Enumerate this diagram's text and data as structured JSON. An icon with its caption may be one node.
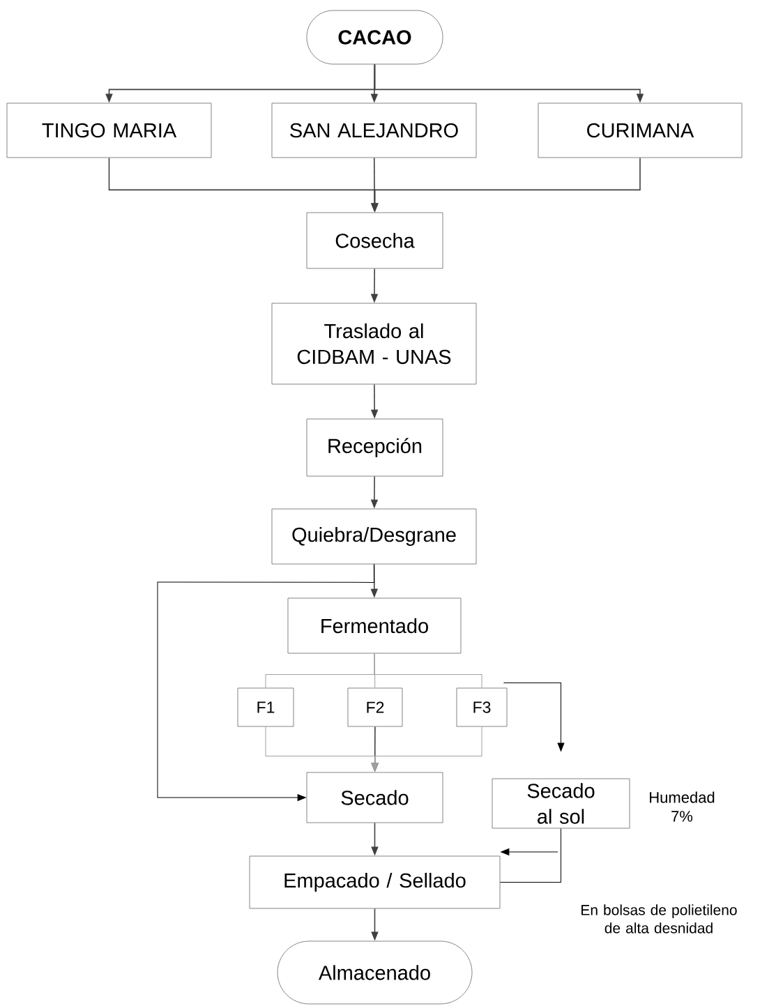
{
  "diagram": {
    "nodes": [
      {
        "text": [
          "CACAO"
        ]
      },
      {
        "text": [
          "TINGO MARIA"
        ]
      },
      {
        "text": [
          "SAN ALEJANDRO"
        ]
      },
      {
        "text": [
          "CURIMANA"
        ]
      },
      {
        "text": [
          "Cosecha"
        ]
      },
      {
        "text": [
          "Traslado al CIDBAM - UNAS"
        ]
      },
      {
        "text": [
          "Recepción"
        ]
      },
      {
        "text": [
          "Quiebra/Desgrane"
        ]
      },
      {
        "text": [
          "Fermentado"
        ]
      },
      {
        "text": [
          "F1"
        ]
      },
      {
        "text": [
          "F2"
        ]
      },
      {
        "text": [
          "F3"
        ]
      },
      {
        "text": [
          "Secado"
        ]
      },
      {
        "text": [
          "Secado al sol"
        ],
        "beside": [
          "Humedad 7%"
        ]
      },
      {
        "text": [
          "Empacado / Sellado"
        ]
      },
      {
        "text": [
          "Almacenado"
        ]
      }
    ],
    "edges": [
      {
        "from": 0,
        "to": 1,
        "arrow": "to"
      },
      {
        "from": 0,
        "to": 2,
        "arrow": "to"
      },
      {
        "from": 0,
        "to": 3,
        "arrow": "to"
      },
      {
        "from": 1,
        "to": 4,
        "arrow": "to"
      },
      {
        "from": 2,
        "to": 4,
        "arrow": "to"
      },
      {
        "from": 3,
        "to": 4,
        "arrow": "to"
      },
      {
        "from": 4,
        "to": 5,
        "arrow": "to"
      },
      {
        "from": 5,
        "to": 6,
        "arrow": "to"
      },
      {
        "from": 6,
        "to": 7,
        "arrow": "to"
      },
      {
        "from": 7,
        "to": 8,
        "arrow": "to"
      },
      {
        "from": 7,
        "to": 12,
        "arrow": "to",
        "color": "#000000"
      },
      {
        "from": 8,
        "to": 9,
        "arrow": "none",
        "color": "#a0a0a0"
      },
      {
        "from": 8,
        "to": 10,
        "arrow": "none",
        "color": "#a0a0a0"
      },
      {
        "from": 8,
        "to": 11,
        "arrow": "none",
        "color": "#a0a0a0"
      },
      {
        "from": 9,
        "to": 12,
        "arrow": "to",
        "color": "#a0a0a0"
      },
      {
        "from": 10,
        "to": 12,
        "arrow": "to"
      },
      {
        "from": 11,
        "to": 12,
        "arrow": "to",
        "color": "#a0a0a0"
      },
      {
        "from": 11,
        "to": 13,
        "arrow": "to",
        "color": "#000000"
      },
      {
        "from": 13,
        "to": 14,
        "arrow": "none",
        "color": "#000000"
      },
      {
        "from": null,
        "to": 14,
        "arrow": "to",
        "color": "#000000"
      },
      {
        "from": 12,
        "to": 14,
        "arrow": "to"
      },
      {
        "from": 14,
        "to": 15,
        "arrow": "to"
      }
    ],
    "labels": [
      "En bolsas de polietileno de alta desnidad"
    ]
  }
}
